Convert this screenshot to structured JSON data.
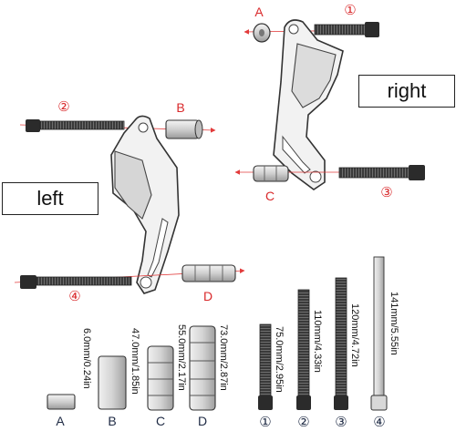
{
  "side_labels": {
    "left": "left",
    "right": "right"
  },
  "part_labels": {
    "A": "A",
    "B": "B",
    "C": "C",
    "D": "D"
  },
  "bolt_labels": {
    "b1": "①",
    "b2": "②",
    "b3": "③",
    "b4": "④"
  },
  "spacer_dims": {
    "A": "6.0mm/0.24in",
    "B": "47.0mm/1.85in",
    "C": "55.0mm/2.17in",
    "D": "73.0mm/2.87in"
  },
  "bolt_dims": {
    "b1": "75.0mm/2.95in",
    "b2": "110mm/4.33in",
    "b3": "120mm/4.72in",
    "b4": "141mm/5.55in"
  },
  "colors": {
    "arrow": "#e23b3b",
    "label_red": "#d9292b",
    "outline": "#333333",
    "label_dark": "#1e2a44"
  }
}
